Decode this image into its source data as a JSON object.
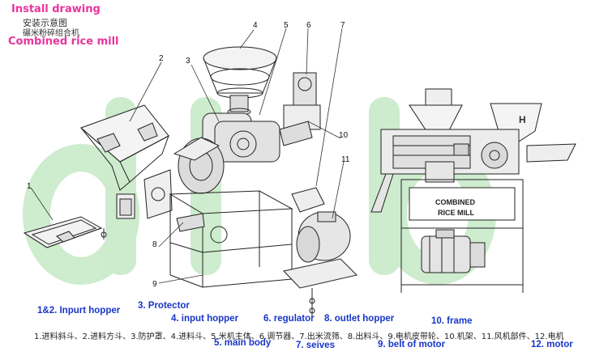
{
  "header": {
    "install_drawing": "Install drawing",
    "cn_install": "安装示意图",
    "cn_machine": "碾米粉碎组合机",
    "combined_title": "Combined rice mill"
  },
  "callouts": [
    "1",
    "2",
    "3",
    "4",
    "5",
    "6",
    "7",
    "8",
    "9",
    "10",
    "11"
  ],
  "machine_label": {
    "line1": "COMBINED",
    "line2": "RICE MILL"
  },
  "watermark_text": "dlb",
  "legend": {
    "l1": "1&2. Inpurt hopper",
    "l2": "3. Protector",
    "l3": "4. input hopper",
    "l4": "6. regulator",
    "l5": "8. outlet hopper",
    "l6": "10. frame",
    "l7": "5. main body",
    "l8": "7. seives",
    "l9": "9. belt of motor",
    "l10": "12. motor"
  },
  "cn_parts": "1.进料斜斗、2.进料方斗、3.防护罩、4.进料斗、5.米机主体、6.调节器、7.出米流筛、8.出料斗、9.电机皮带轮、10.机架、11.风机部件、12.电机",
  "colors": {
    "pink": "#e8349c",
    "blue": "#1736c8",
    "watermark": "#9fd9a0"
  }
}
